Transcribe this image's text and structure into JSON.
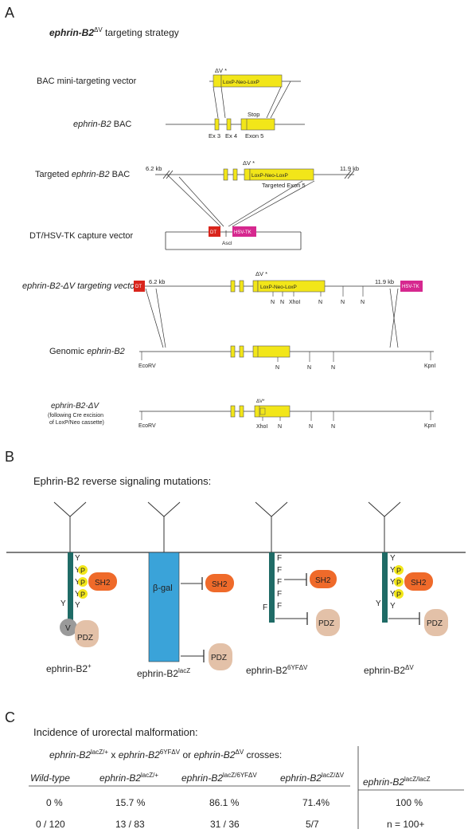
{
  "panelA": {
    "letter": "A",
    "title": "ephrin-B2",
    "title_sup": "ΔV",
    "title_rest": " targeting strategy",
    "rows": {
      "bac_mini": "BAC mini-targeting vector",
      "bac": "ephrin-B2",
      "bac_rest": " BAC",
      "targeted_prefix": "Targeted ",
      "targeted_gene": "ephrin-B2",
      "targeted_suffix": " BAC",
      "capture": "DT/HSV-TK capture vector",
      "tv_gene": "ephrin-B2-",
      "tv_rest": "ΔV targeting vector",
      "genomic_prefix": "Genomic ",
      "genomic_gene": "ephrin-B2",
      "dv_gene": "ephrin-B2-",
      "dv_rest": "ΔV",
      "dv_note1": "(following Cre excision",
      "dv_note2": "of LoxP/Neo cassette)"
    },
    "labels": {
      "dv_star": "ΔV *",
      "dv_small": "ΔV*",
      "loxp": "LoxP-Neo-LoxP",
      "stop": "Stop",
      "ex3": "Ex 3",
      "ex4": "Ex 4",
      "ex5": "Exon 5",
      "kb62": "6.2 kb",
      "kb119": "11.9 kb",
      "targeted_exon": "Targeted Exon 5",
      "dt": "DT",
      "hsv": "HSV-TK",
      "asci": "AscI",
      "n": "N",
      "xhoi": "XhoI",
      "ecorv": "EcoRV",
      "kpni": "KpnI"
    }
  },
  "panelB": {
    "letter": "B",
    "title": "Ephrin-B2 reverse signaling mutations:",
    "y": "Y",
    "p": "P",
    "f": "F",
    "v": "V",
    "sh2": "SH2",
    "pdz": "PDZ",
    "bgal": "β-gal",
    "alleles": [
      {
        "base": "ephrin-B2",
        "sup": "+"
      },
      {
        "base": "ephrin-B2",
        "sup": "lacZ"
      },
      {
        "base": "ephrin-B2",
        "sup": "6YFΔV"
      },
      {
        "base": "ephrin-B2",
        "sup": "ΔV"
      }
    ]
  },
  "panelC": {
    "letter": "C",
    "title": "Incidence of urorectal malformation:",
    "cross": {
      "g1": "ephrin-B2",
      "s1": "lacZ/+",
      "x": " x ",
      "g2": "ephrin-B2",
      "s2": "6YFΔV",
      "or": " or ",
      "g3": "ephrin-B2",
      "s3": "ΔV",
      "rest": " crosses:"
    },
    "headers": [
      {
        "base": "Wild-type",
        "sup": ""
      },
      {
        "base": "ephrin-B2",
        "sup": "lacZ/+"
      },
      {
        "base": "ephrin-B2",
        "sup": "lacZ/6YFΔV"
      },
      {
        "base": "ephrin-B2",
        "sup": "lacZ/ΔV"
      },
      {
        "base": "ephrin-B2",
        "sup": "lacZ/lacZ"
      }
    ],
    "row_percent": [
      "0 %",
      "15.7 %",
      "86.1 %",
      "71.4%",
      "100 %"
    ],
    "row_counts": [
      "0 / 120",
      "13 / 83",
      "31 / 36",
      "5/7",
      "n = 100+"
    ]
  },
  "colors": {
    "exon": "#f2e619",
    "dt": "#d9251c",
    "hsv": "#d6288f",
    "teal": "#1f6b66",
    "phospho": "#f2e619",
    "sh2": "#ef6a2a",
    "pdz": "#e3c1a8",
    "v": "#9a9a9a",
    "bgal": "#3aa3d9"
  }
}
